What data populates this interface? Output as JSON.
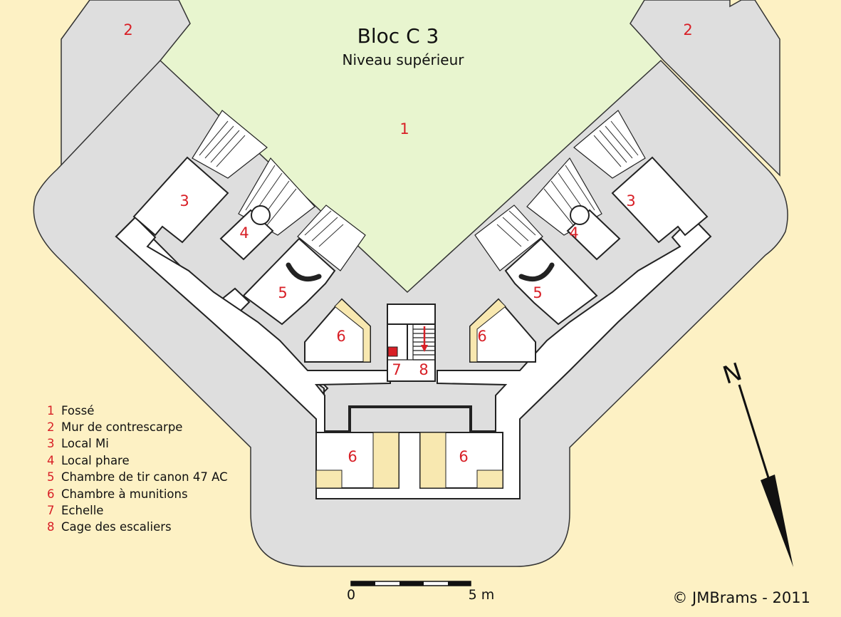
{
  "title": "Bloc C 3",
  "subtitle": "Niveau supérieur",
  "labels": {
    "fosse": "1",
    "mur_left": "2",
    "mur_right": "2",
    "mi_left": "3",
    "mi_right": "3",
    "phare_left": "4",
    "phare_right": "4",
    "tir_left": "5",
    "tir_right": "5",
    "mun_upper_left": "6",
    "mun_upper_right": "6",
    "mun_lower_left": "6",
    "mun_lower_right": "6",
    "echelle": "7",
    "escaliers": "8"
  },
  "legend": [
    {
      "num": "1",
      "text": "Fossé"
    },
    {
      "num": "2",
      "text": "Mur de contrescarpe"
    },
    {
      "num": "3",
      "text": "Local Mi"
    },
    {
      "num": "4",
      "text": "Local phare"
    },
    {
      "num": "5",
      "text": "Chambre de tir canon 47 AC"
    },
    {
      "num": "6",
      "text": "Chambre à munitions"
    },
    {
      "num": "7",
      "text": "Echelle"
    },
    {
      "num": "8",
      "text": "Cage des escaliers"
    }
  ],
  "scale": {
    "start": "0",
    "end": "5 m"
  },
  "north": "N",
  "copyright": "©  JMBrams  -  2011",
  "colors": {
    "background": "#fdf1c4",
    "ditch": "#e8f5cf",
    "concrete": "#dedede",
    "room": "#ffffff",
    "fill": "#f8e8b0",
    "labels": "#d81f26"
  }
}
